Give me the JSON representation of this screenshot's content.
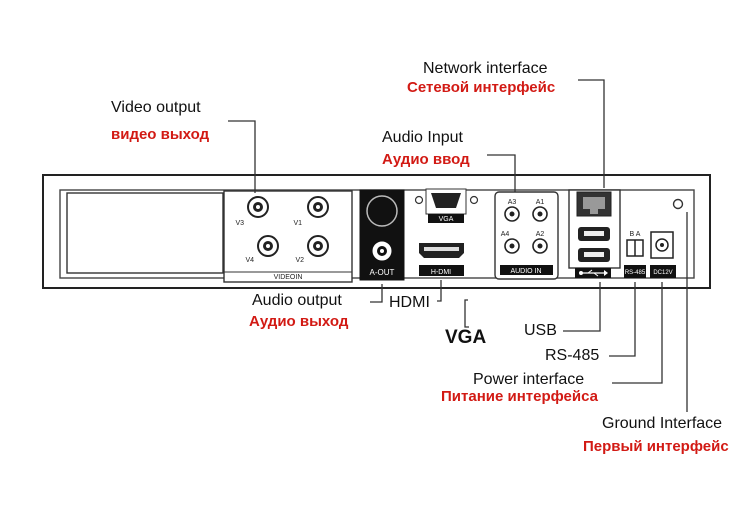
{
  "labels": {
    "video_output": {
      "en": "Video output",
      "ru": "видео выход"
    },
    "audio_input": {
      "en": "Audio Input",
      "ru": "Аудио ввод"
    },
    "network_interface": {
      "en": "Network interface",
      "ru": "Сетевой интерфейс"
    },
    "audio_output": {
      "en": "Audio output",
      "ru": "Аудио выход"
    },
    "hdmi": {
      "en": "HDMI"
    },
    "vga": {
      "en": "VGA"
    },
    "usb": {
      "en": "USB"
    },
    "rs485": {
      "en": "RS-485"
    },
    "power_interface": {
      "en": "Power interface",
      "ru": "Питание интерфейса"
    },
    "ground_interface": {
      "en": "Ground Interface",
      "ru": "Первый интерфейс"
    }
  },
  "panel": {
    "videoin": "VIDEOIN",
    "bnc": [
      "V3",
      "V1",
      "V4",
      "V2"
    ],
    "a_out": "A-OUT",
    "vga_port": "VGA",
    "hdmi_port": "H-DMI",
    "audio_in": "AUDIO IN",
    "audio_in_ch": [
      "A3",
      "A1",
      "A4",
      "A2"
    ],
    "rs485_port": "RS-485",
    "rs485_ab": "B A",
    "dc12v": "DC12V"
  },
  "colors": {
    "label_red": "#d21a14",
    "ink": "#222222"
  }
}
